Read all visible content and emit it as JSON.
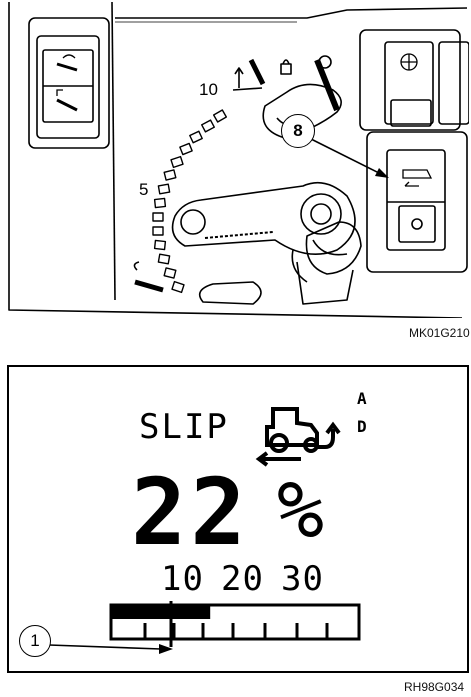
{
  "figure1": {
    "scale_labels": [
      "10",
      "5"
    ],
    "callout": "8",
    "code": "MK01G210"
  },
  "figure2": {
    "mode_text": "SLIP",
    "value_text": "22",
    "unit_text": "%",
    "indicator_top": "A",
    "indicator_bottom": "D",
    "scale_labels": [
      "10",
      "20",
      "30"
    ],
    "bar_level_percent": 40,
    "callout": "1",
    "code": "RH98G034"
  }
}
